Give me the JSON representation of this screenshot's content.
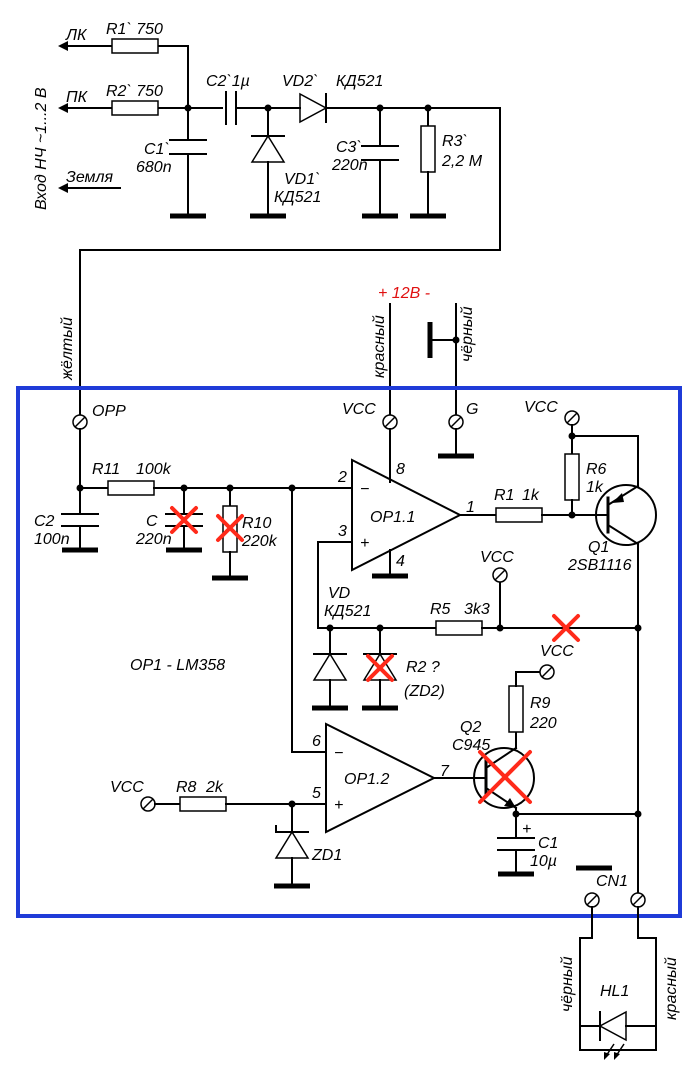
{
  "labels": {
    "lk": "ЛК",
    "pk": "ПК",
    "zemlya": "Земля",
    "vkhod": "Вход НЧ ~1...2 В",
    "r1p": "R1` 750",
    "r2p": "R2` 750",
    "c1p_ref": "C1`",
    "c1p_val": "680n",
    "c2p": "C2`1µ",
    "vd2p": "VD2`",
    "vd2p_val": "КД521",
    "vd1p_ref": "VD1`",
    "vd1p_val": "КД521",
    "c3p_ref": "C3`",
    "c3p_val": "220n",
    "r3p_ref": "R3`",
    "r3p_val": "2,2 M",
    "zheltyi": "жёлтый",
    "power": "+  12В  -",
    "krasnyi_top": "красный",
    "chernyi_top": "чёрный",
    "opp": "OPP",
    "vcc_top": "VCC",
    "g": "G",
    "vcc_q1": "VCC",
    "r11": "R11",
    "r11_val": "100k",
    "c2_ref": "C2",
    "c2_val": "100n",
    "c_ref": "C",
    "c_val": "220n",
    "r10_ref": "R10",
    "r10_val": "220k",
    "pin2": "2",
    "pin8": "8",
    "pin3": "3",
    "pin4": "4",
    "pin1": "1",
    "op11": "OP1.1",
    "r1": "R1",
    "r1_val": "1k",
    "r6_ref": "R6",
    "r6_val": "1k",
    "q1_ref": "Q1",
    "q1_val": "2SB1116",
    "vd_ref": "VD",
    "vd_val": "КД521",
    "vcc_r5": "VCC",
    "r5": "R5",
    "r5_val": "3k3",
    "op1_name": "OP1 - LM358",
    "r2_ref": "R2 ?",
    "r2_val": "(ZD2)",
    "vcc_r9": "VCC",
    "r9_ref": "R9",
    "r9_val": "220",
    "q2_ref": "Q2",
    "q2_val": "C945",
    "pin6": "6",
    "pin5": "5",
    "pin7": "7",
    "op12": "OP1.2",
    "vcc_r8": "VCC",
    "r8": "R8",
    "r8_val": "2k",
    "zd1": "ZD1",
    "c1_ref": "C1",
    "c1_val": "10µ",
    "plus": "+",
    "minus": "−",
    "cn1": "CN1",
    "chernyi_bot": "чёрный",
    "krasnyi_bot": "красный",
    "hl1": "HL1"
  },
  "colors": {
    "board_outline": "#1f3bd8",
    "removed_mark": "#ff2a1a",
    "power_label": "#e01010",
    "wire": "#000000"
  }
}
